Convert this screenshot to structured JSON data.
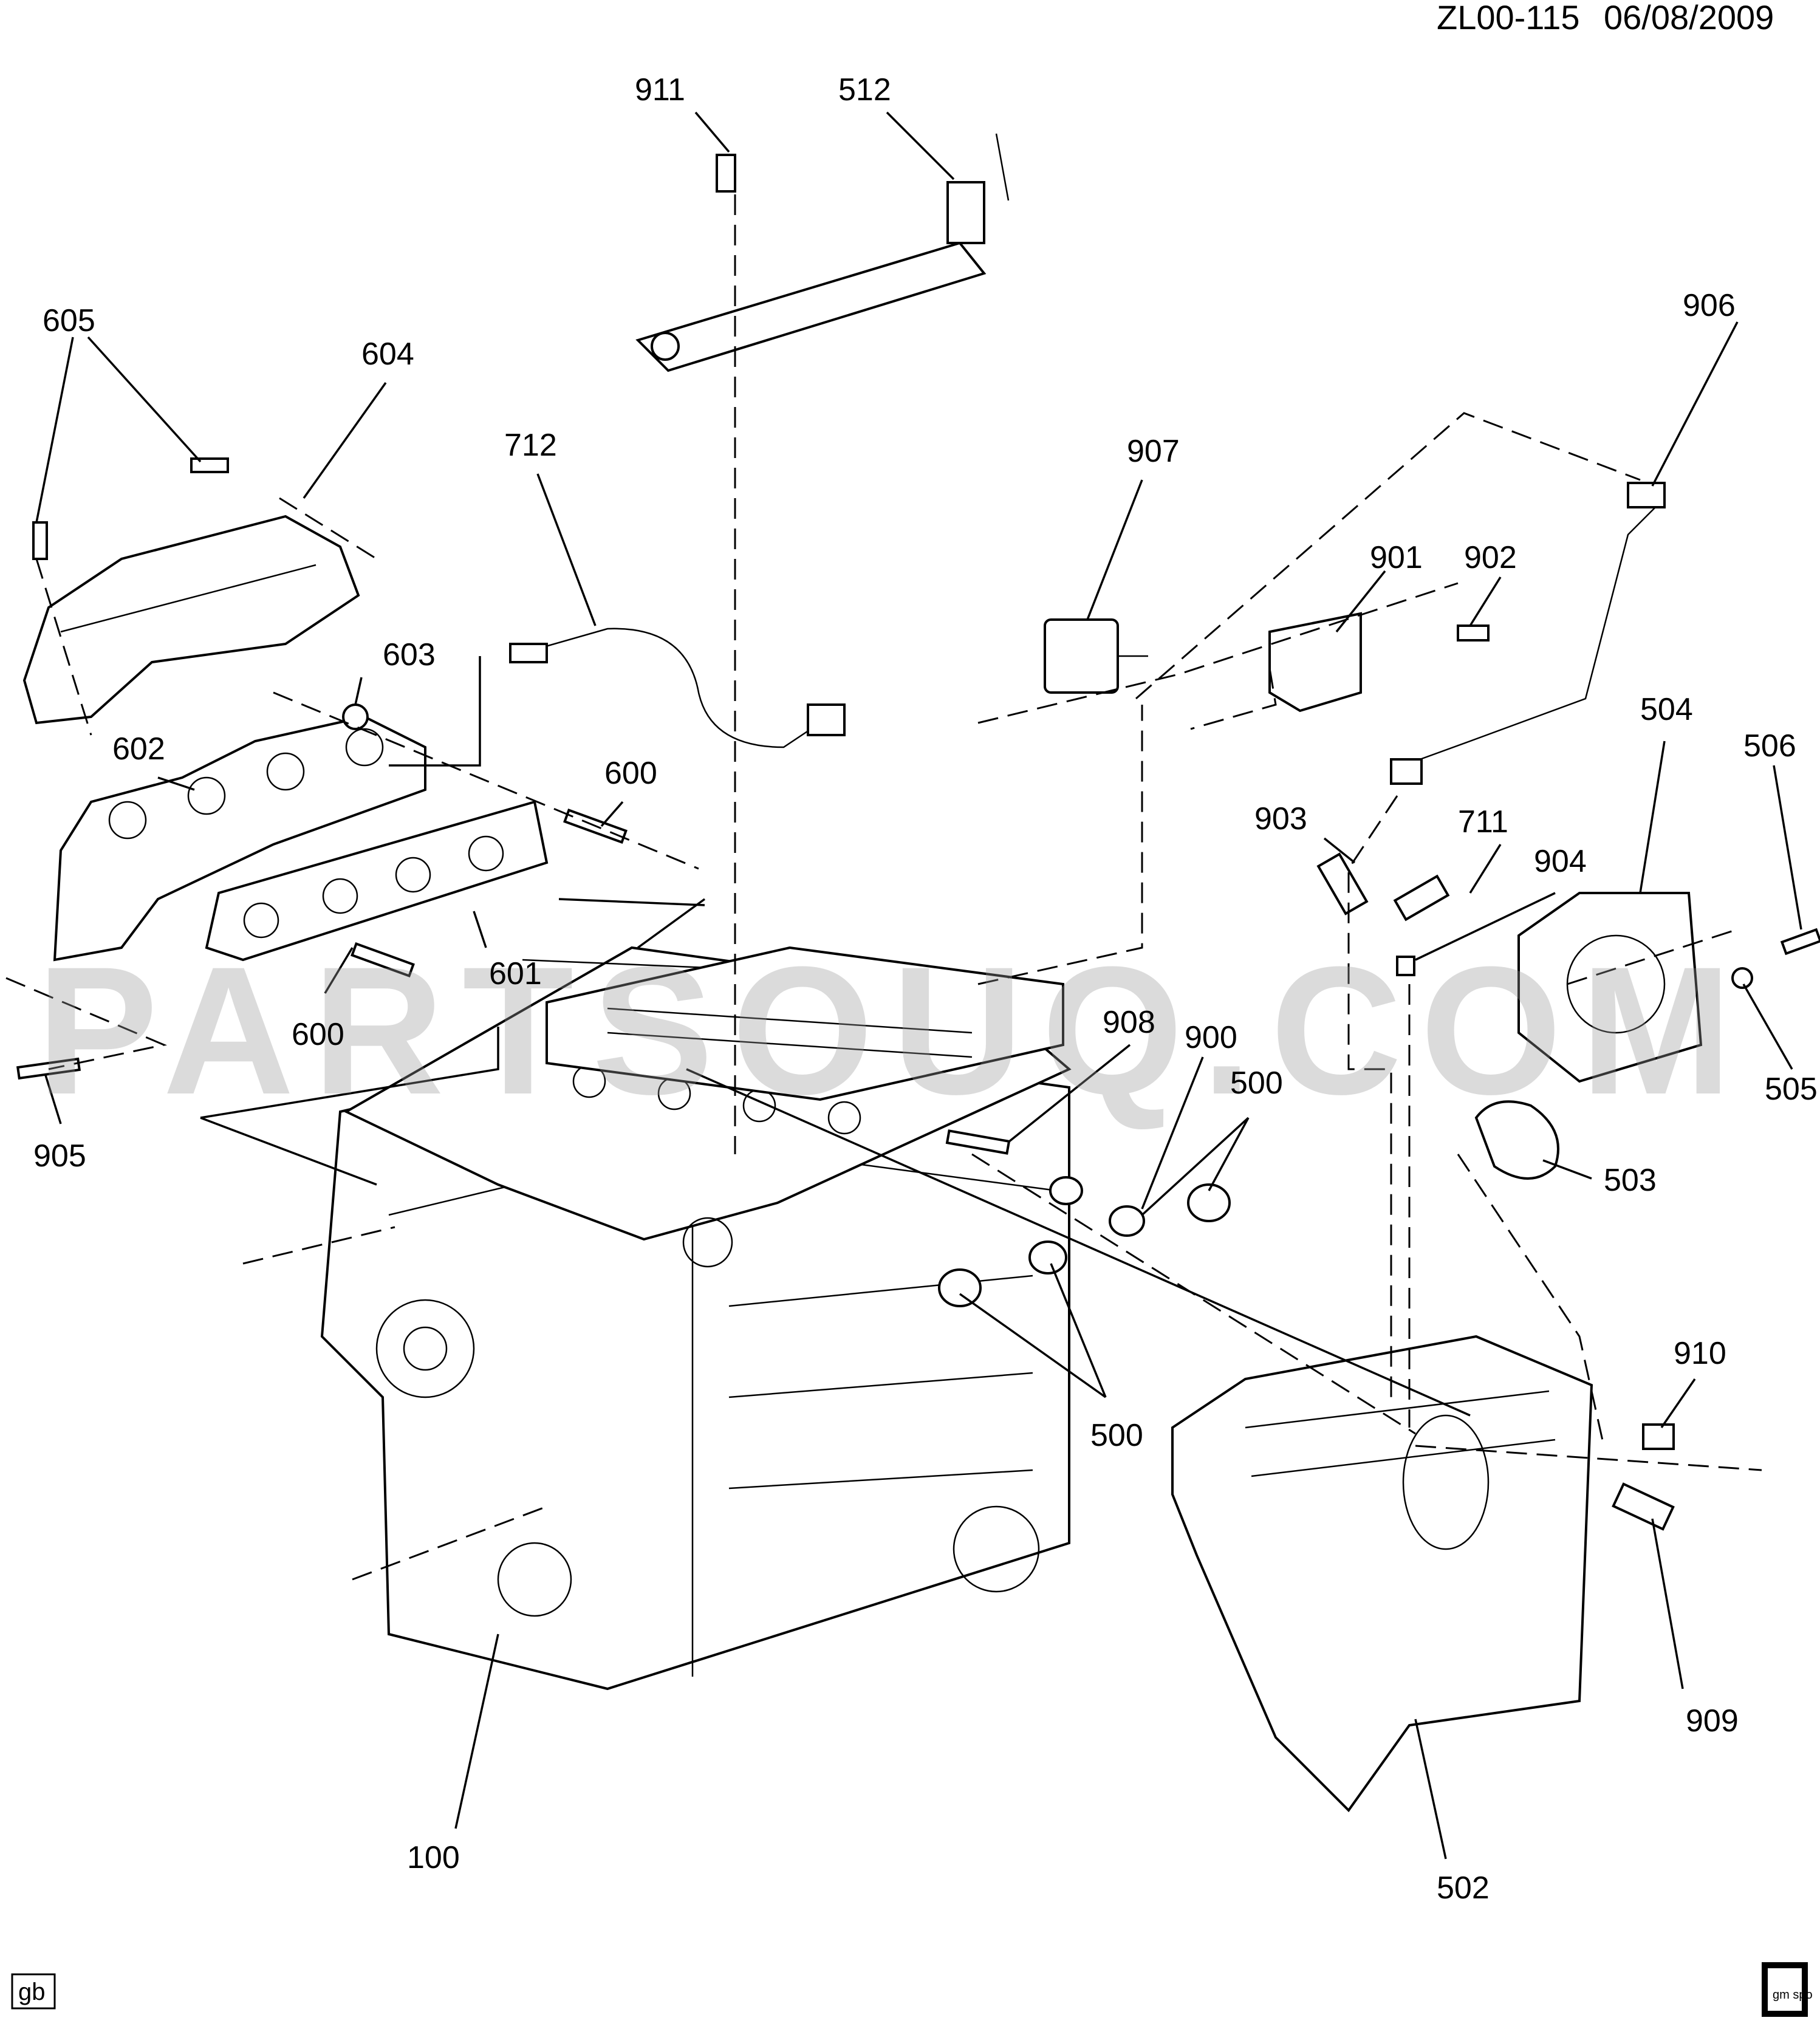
{
  "header": {
    "code": "ZL00-115",
    "date": "06/08/2009"
  },
  "watermark": "PARTSOUQ.COM",
  "footer": {
    "left_badge": "gb",
    "right_logo_text": "gm spo"
  },
  "callouts": [
    "911",
    "512",
    "605",
    "604",
    "712",
    "603",
    "602",
    "600",
    "601",
    "600",
    "905",
    "907",
    "901",
    "902",
    "906",
    "504",
    "506",
    "903",
    "711",
    "904",
    "505",
    "908",
    "900",
    "500",
    "503",
    "500",
    "910",
    "909",
    "100",
    "502"
  ]
}
